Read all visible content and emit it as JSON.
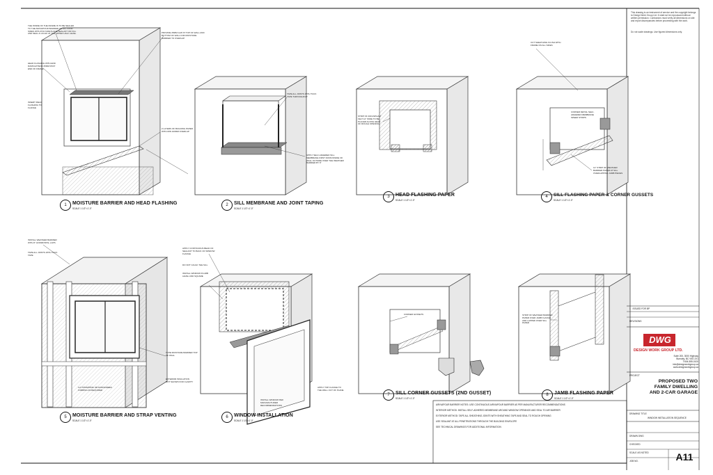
{
  "views": [
    {
      "number": "1",
      "title": "MOISTURE BARRIER AND HEAD FLASHING",
      "scale": "SCALE 1 1/2\"=1'-0\""
    },
    {
      "number": "2",
      "title": "SILL MEMBRANE AND JOINT TAPING",
      "scale": "SCALE 1 1/2\"=1'-0\""
    },
    {
      "number": "3",
      "title": "HEAD FLASHING PAPER",
      "scale": "SCALE 1 1/2\"=1'-0\""
    },
    {
      "number": "4",
      "title": "SILL FLASHING PAPER & CORNER GUSSETS",
      "scale": "SCALE 1 1/2\"=1'-0\""
    },
    {
      "number": "5",
      "title": "MOISTURE BARRIER AND STRAP VENTING",
      "scale": "SCALE 1 1/2\"=1'-0\""
    },
    {
      "number": "6",
      "title": "WINDOW INSTALLATION",
      "scale": "SCALE 1 1/2\"=1'-0\""
    },
    {
      "number": "7",
      "title": "SILL CORNER GUSSETS (2ND GUSSET)",
      "scale": "SCALE 1 1/2\"=1'-0\""
    },
    {
      "number": "8",
      "title": "JAMB FLASHING PAPER",
      "scale": "SCALE 1 1/2\"=1'-0\""
    }
  ],
  "notes": {
    "v1a": "THE INSIDE OF THE FRAME IS TO BE SEALED TO THE AIR/VAPOUR BARRIER ON ALL FOUR SIDES WITH POLYURETHANE SEALANT OR FILL AND SEAL & CAULK AT THE UPPER HALF LEVEL",
    "v1b": "HEAD FLASHING WITH END DAMS EXTEND 25MM PAST END OF FRAME",
    "v1c": "INSERT FIELD FLASHING TO FLANGE",
    "v1d": "PROVIDE 25MM GAP AT TOP OF WALL AND BOTTOM OF WALL FOR MOISTURE BARRIER TO OVERLAP",
    "v1e": "2 LAYERS OF BUILDING PAPER WITH MIN 100MM OVERLAP",
    "v2a": "TAPE ALL JOINTS WITH TUCK TAPE THROUGHOUT",
    "v2b": "APPLY SELF-ADHERED SILL MEMBRANE FIRST FROM INSIDE OF WALL OUTSIDE OVER THE WEATHER BARRIER BY 6\"",
    "v3a": "STRIP OF 40# ASPHALT FELT 12\" WIDE TO BE PLACED ALONG HEAD OF ROUGH OPENING",
    "v4a": "CUT SHEATHING FLUSH WITH FRAME ON ALL SIDES",
    "v4b": "CORNER DETAIL SELF-ADHERED MEMBRANE SPEED STRIPS",
    "v4c": "12\" STRIP OF WEATHER BARRIER PAPER AT SILL OVERLAPPING JAMB PIECES",
    "v5a": "INSTALL WEATHER BARRIER WITH 6\" HORIZONTAL LAPS",
    "v5b": "TAPE ALL JOINTS WITH TUCK TAPE",
    "v5c": "TYPE MOISTURE BARRIER TOP OF WALL",
    "v5d": "EXTERIOR INSULATION NOT SHOWN FOR CLARITY",
    "v5e": "1x3 STRAPPING OR RAINSCREEN FURRING AS REQUIRED",
    "v6a": "APPLY CONTINUOUS BEAD OF SEALANT TO BACK OF WINDOW FLANGE",
    "v6b": "DO NOT CAULK THE SILL",
    "v6c": "INSTALL WINDOW PLUMB LEVEL AND SQUARE",
    "v6d": "APPLY TOP FLANGE TO THE WALL OUT OF PLANE",
    "v6e": "INSTALL WINDOW PER MANUFACTURER RECOMMENDATIONS",
    "v7a": "CORNER GUSSETS",
    "v8a": "STRIP OF WEATHER BARRIER PAPER OVER JAMB FLANGE AND LAPPED OVER SILL PAPER"
  },
  "general_notes": [
    "AIR/VAPOUR BARRIER NOTES: USE CONTINUOUS AIR/VAPOUR BARRIER AS PER MANUFACTURER RECOMMENDATIONS",
    "INTERIOR METHOD: INSTALL SELF-ADHERED MEMBRANE AROUND WINDOW OPENINGS AND SEAL TO AIR BARRIER",
    "EXTERIOR METHOD: TAPE ALL SHEATHING JOINTS WITH SHEATHING TAPE AND SEAL TO ROUGH OPENING",
    "USE SEALANT AT ALL PENETRATIONS THROUGH THE BUILDING ENVELOPE",
    "SEE TECHNICAL DRAWINGS FOR ADDITIONAL INFORMATION"
  ],
  "title_block": {
    "copyright": "This drawing is an instrument of service and the copyright belongs to Design Work Group Ltd. It shall not be reproduced without written permission. Contractors must verify all dimensions on site and report discrepancies before proceeding with the work.",
    "copyright2": "Do not scale drawings. Use figured dimensions only.",
    "logo_main": "DWG",
    "firm": "DESIGN WORK GROUP LTD.",
    "address": [
      "Suite 200, 3000 Highway",
      "Burnaby, BC V5G 2X1",
      "T:604-555-0100",
      "info@designworkgroup.ca",
      "www.designworkgroup.ca"
    ],
    "project_label": "PROJECT",
    "project": [
      "PROPOSED TWO",
      "FAMILY DWELLING",
      "AND 2-CAR GARAGE"
    ],
    "drawing_label": "DRAWING TITLE",
    "drawing_title": "WINDOW INSTALLATION SEQUENCE",
    "rev_rows": [
      {
        "no": "1",
        "desc": "ISSUED FOR BP",
        "date": ""
      },
      {
        "no": "",
        "desc": "REVISIONS",
        "date": ""
      }
    ],
    "fields": [
      {
        "label": "DRAWN",
        "value": "DWG"
      },
      {
        "label": "CHECKED",
        "value": ""
      },
      {
        "label": "SCALE",
        "value": "AS NOTED"
      },
      {
        "label": "JOB NO.",
        "value": ""
      }
    ],
    "sheet_number": "A11"
  }
}
